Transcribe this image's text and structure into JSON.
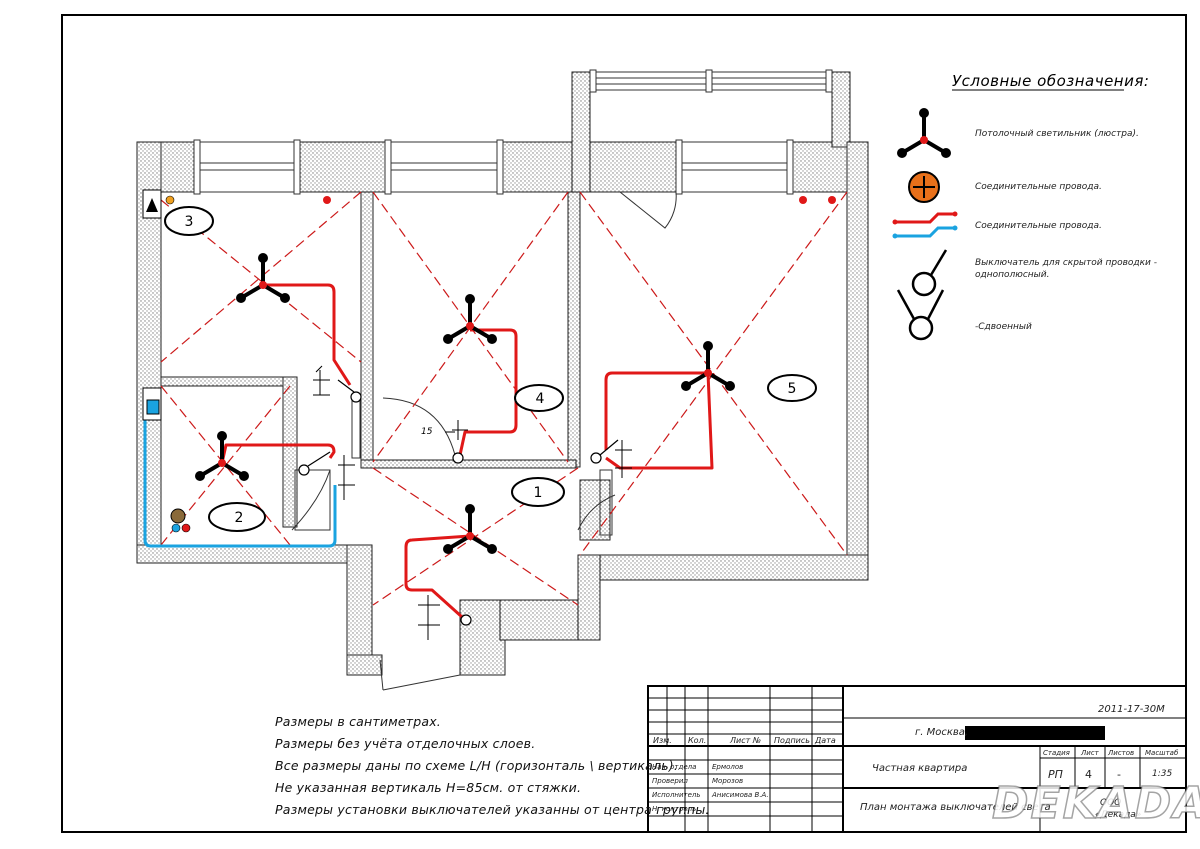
{
  "legend": {
    "title": "Условные обозначения:",
    "items": [
      {
        "icon": "ceiling-lamp-icon",
        "label": "Потолочный светильник (люстра)."
      },
      {
        "icon": "junction-box-icon",
        "label": "Соединительные провода."
      },
      {
        "icon": "wires-icon",
        "label": "Соединительные провода."
      },
      {
        "icon": "switch-single-icon",
        "label_line1": "Выключатель для скрытой проводки -",
        "label_line2": "однополюсный."
      },
      {
        "icon": "switch-double-icon",
        "label": "-Сдвоенный"
      }
    ]
  },
  "rooms": [
    "1",
    "2",
    "3",
    "4",
    "5"
  ],
  "dimension_label": "15",
  "notes": [
    "Размеры в сантиметрах.",
    "Размеры без учёта отделочных слоев.",
    "Все размеры даны по схеме L/H (горизонталь \\ вертикаль).",
    "Не указанная вертикаль H=85см. от стяжки.",
    "Размеры установки выключателей указанны от центра группы."
  ],
  "title_block": {
    "code": "2011-17-30М",
    "address": "г. Москва,",
    "headers": [
      "Изм.",
      "Кол.",
      "Лист №",
      "Подпись",
      "Дата"
    ],
    "roles": [
      {
        "role": "Нач. отдела",
        "name": "Ермолов"
      },
      {
        "role": "Проверил",
        "name": "Морозов"
      },
      {
        "role": "Исполнитель",
        "name": "Анисимова В.А."
      },
      {
        "role": "Н. контроль",
        "name": ""
      }
    ],
    "project": "Частная квартира",
    "sheet_title": "План монтажа выключателей света",
    "stage_headers": [
      "Стадия",
      "Лист",
      "Листов",
      "Масштаб"
    ],
    "stage": "РП",
    "sheet": "4",
    "sheets": "-",
    "scale": "1:35",
    "org_line1": "ООО",
    "org_line2": "«Декада»"
  },
  "watermark": "DEKADA",
  "colors": {
    "wire_red": "#e01818",
    "wire_blue": "#1aa3e0",
    "hatch": "#9a9a9a",
    "junction": "#e8701a"
  }
}
